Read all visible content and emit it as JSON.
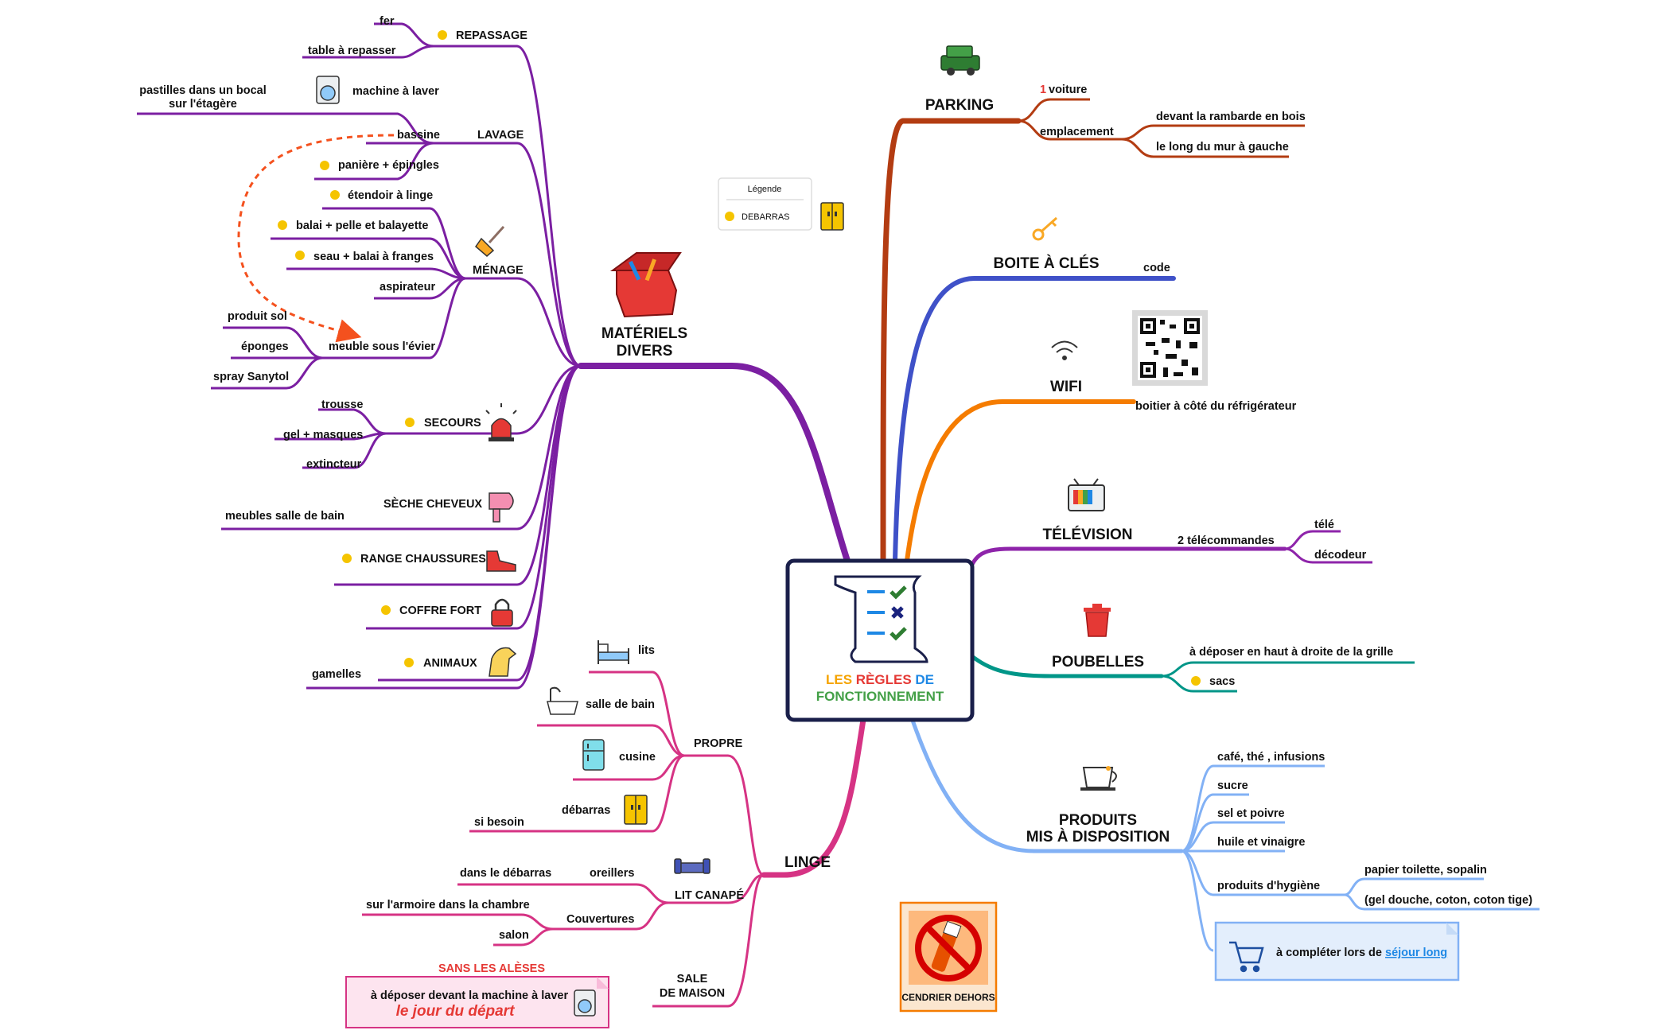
{
  "center": {
    "title_line1_part1": "LES",
    "title_line1_part2": "RÈGLES",
    "title_line1_part3": "DE",
    "title_line2": "FONCTIONNEMENT"
  },
  "legend": {
    "title": "Légende",
    "item": "DEBARRAS"
  },
  "colors": {
    "materiels": "#7b1fa2",
    "parking": "#b33c12",
    "cles": "#3f51c8",
    "wifi": "#f57c00",
    "television": "#8e24aa",
    "poubelles": "#009688",
    "produits": "#82b1f5",
    "linge": "#d63384",
    "debarras_dot": "#f5c400",
    "center_border": "#1a1f4a",
    "arrow": "#f4511e",
    "title_yellow": "#f5a300",
    "title_red": "#e53935",
    "title_blue": "#1e88e5",
    "title_green": "#43a047"
  },
  "materiels": {
    "title_line1": "MATÉRIELS",
    "title_line2": "DIVERS",
    "repassage": {
      "label": "REPASSAGE",
      "items": [
        "fer",
        "table à repasser"
      ]
    },
    "lavage": {
      "label": "LAVAGE",
      "machine": "machine à laver",
      "pastilles_line1": "pastilles dans un bocal",
      "pastilles_line2": "sur l'étagère",
      "bassine": "bassine",
      "paniere": "panière + épingles"
    },
    "menage": {
      "label": "MÉNAGE",
      "items": [
        "étendoir à linge",
        "balai + pelle et balayette",
        "seau + balai à franges",
        "aspirateur"
      ],
      "meuble": "meuble sous l'évier",
      "meuble_items": [
        "produit sol",
        "éponges",
        "spray Sanytol"
      ]
    },
    "secours": {
      "label": "SECOURS",
      "items": [
        "trousse",
        "gel + masques",
        "extincteur"
      ]
    },
    "seche": {
      "label": "SÈCHE CHEVEUX",
      "item": "meubles salle de bain"
    },
    "chaussures": "RANGE CHAUSSURES",
    "coffre": "COFFRE FORT",
    "animaux": {
      "label": "ANIMAUX",
      "item": "gamelles"
    }
  },
  "parking": {
    "title": "PARKING",
    "count": "1",
    "voiture": "voiture",
    "emplacement": "emplacement",
    "places": [
      "devant la rambarde en bois",
      "le long du mur à gauche"
    ]
  },
  "cles": {
    "title": "BOITE À CLÉS",
    "item": "code"
  },
  "wifi": {
    "title": "WIFI",
    "item": "boitier à côté du réfrigérateur"
  },
  "television": {
    "title": "TÉLÉVISION",
    "remote": "2 télécommandes",
    "items": [
      "télé",
      "décodeur"
    ]
  },
  "poubelles": {
    "title": "POUBELLES",
    "items": [
      "à déposer en haut à droite de la grille",
      "sacs"
    ]
  },
  "produits": {
    "title_line1": "PRODUITS",
    "title_line2": "MIS À DISPOSITION",
    "items": [
      "café, thé , infusions",
      "sucre",
      "sel et poivre",
      "huile et vinaigre"
    ],
    "hygiene": "produits d'hygiène",
    "hygiene_items": [
      "papier toilette, sopalin",
      "(gel douche, coton, coton tige)"
    ],
    "note_text": "à compléter lors de",
    "note_link": "séjour long"
  },
  "linge": {
    "title": "LINGE",
    "propre": {
      "label": "PROPRE",
      "lits": "lits",
      "sdb": "salle de bain",
      "cuisine": "cusine",
      "debarras": "débarras",
      "besoin": "si besoin"
    },
    "canape": {
      "label": "LIT CANAPÉ",
      "oreillers": "oreillers",
      "oreillers_loc": "dans le débarras",
      "couvertures": "Couvertures",
      "couv_loc1": "sur l'armoire dans la chambre",
      "couv_loc2": "salon"
    },
    "sale": {
      "label_line1": "SALE",
      "label_line2": "DE MAISON",
      "warning": "SANS LES ALÈSES",
      "note_line1": "à déposer devant la machine à laver",
      "note_line2": "le jour du départ"
    }
  },
  "cendrier": "CENDRIER DEHORS"
}
